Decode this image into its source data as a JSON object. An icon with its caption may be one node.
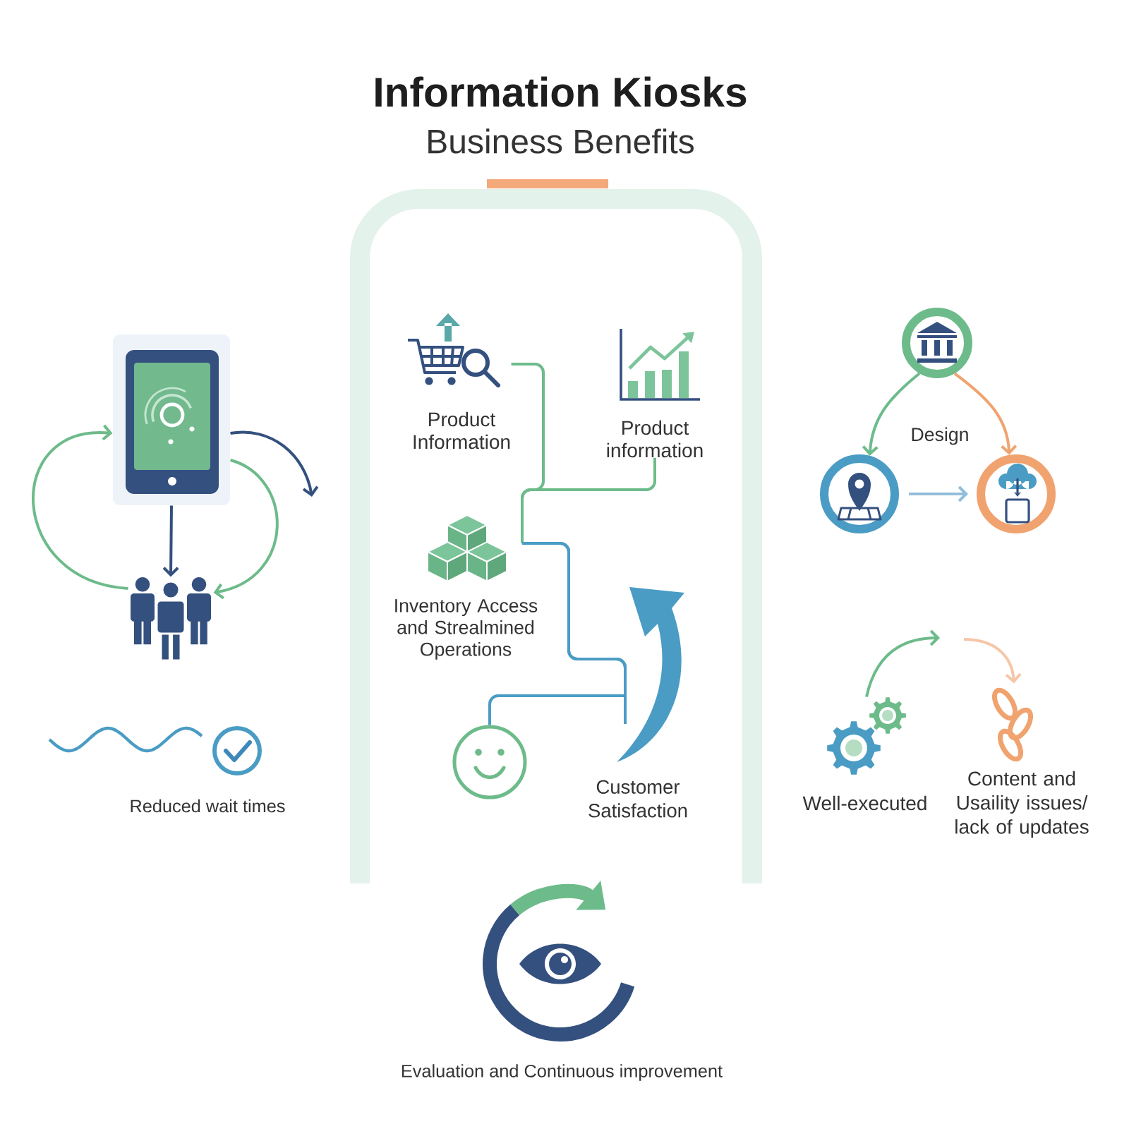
{
  "diagram": {
    "title": "Information Kiosks",
    "nodes": [
      {
        "text": [],
        "shape": "picture"
      },
      {
        "text": [],
        "shape": "person"
      },
      {
        "text": [],
        "shape": "box"
      },
      {
        "text": [],
        "shape": "picture",
        "beside": [
          "Product Information"
        ],
        "in": 2
      },
      {
        "text": [
          "Product information"
        ],
        "in": 2
      },
      {
        "text": [],
        "shape": "picture",
        "in": 2
      },
      {
        "text": [],
        "shape": "circle"
      },
      {
        "text": [],
        "shape": "circle"
      },
      {
        "text": [],
        "shape": "circle"
      },
      {
        "text": [],
        "shape": "picture",
        "beside": [
          "Well-executed"
        ]
      },
      {
        "text": [],
        "shape": "picture",
        "beside": [
          "Content and Usaility issues/ lack of updates"
        ]
      }
    ],
    "edges": [
      {
        "from": 0,
        "to": 1,
        "arrow": "to",
        "color": "#34507f"
      },
      {
        "from": 1,
        "to": 0,
        "arrow": "to"
      },
      {
        "from": 0,
        "to": 1,
        "arrow": "to"
      },
      {
        "from": 0,
        "to": null,
        "arrow": "to",
        "color": "#34507f"
      },
      {
        "from": 3,
        "to": null,
        "arrow": "none"
      },
      {
        "from": 4,
        "to": null,
        "arrow": "none"
      },
      {
        "from": 5,
        "to": null,
        "arrow": "none",
        "color": "#4a9cc4"
      },
      {
        "from": 6,
        "to": 7,
        "arrow": "to"
      },
      {
        "from": 6,
        "to": 8,
        "arrow": "to",
        "color": "#f0a36f"
      },
      {
        "from": 7,
        "to": 8,
        "arrow": "to",
        "color": "#93bedb"
      },
      {
        "from": 9,
        "to": null,
        "arrow": "to"
      },
      {
        "from": null,
        "to": 10,
        "arrow": "to",
        "color": "#f5c6a8"
      }
    ],
    "labels": [
      "Business Benefits",
      "Reduced wait times",
      "Inventory Access and Strealmined Operations",
      "Customer Satisfaction",
      "Design",
      "Evaluation and Continuous improvement"
    ]
  }
}
